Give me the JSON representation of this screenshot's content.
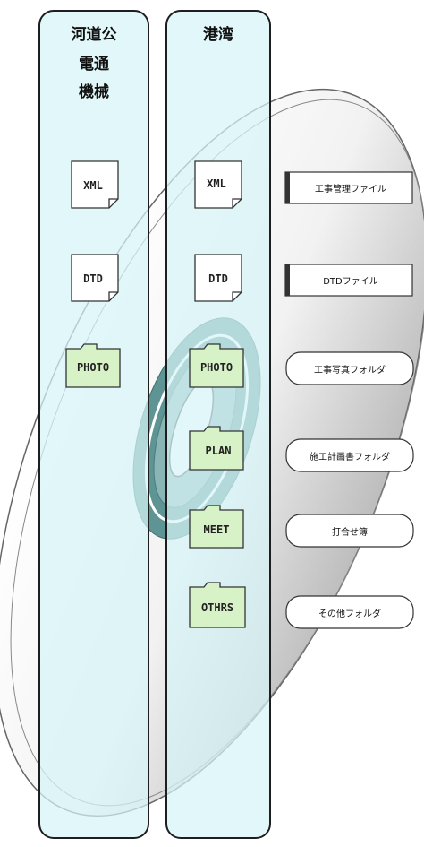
{
  "lanes": {
    "left": {
      "titles": [
        "河道公",
        "電通",
        "機械"
      ]
    },
    "right": {
      "titles": [
        "港湾"
      ]
    }
  },
  "left_items": {
    "xml": "XML",
    "dtd": "DTD",
    "photo": "PHOTO"
  },
  "right_items": {
    "xml": "XML",
    "dtd": "DTD",
    "photo": "PHOTO",
    "plan": "PLAN",
    "meet": "MEET",
    "othrs": "OTHRS"
  },
  "legend": {
    "xml_file": "工事管理ファイル",
    "dtd_file": "DTDファイル",
    "photo_folder": "工事写真フォルダ",
    "plan_folder": "施工計画書フォルダ",
    "meet_folder": "打合せ簿",
    "other_folder": "その他フォルダ"
  },
  "colors": {
    "lane_fill": "#d6f4f6",
    "folder_fill": "#d8f2c8",
    "disc_ring": "#5f9494"
  }
}
